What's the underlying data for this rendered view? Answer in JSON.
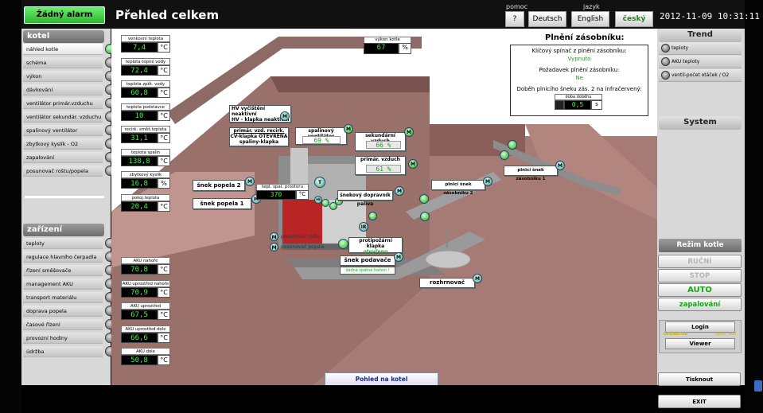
{
  "header": {
    "alarm_label": "Žádný alarm",
    "title": "Přehled celkem",
    "help_label": "pomoc",
    "help_btn": "?",
    "lang_label": "jazyk",
    "lang_de": "Deutsch",
    "lang_en": "English",
    "lang_cz": "český",
    "datetime": "2012-11-09 10:31:11"
  },
  "left_sidebar": {
    "kotel_header": "kotel",
    "kotel_items": [
      {
        "label": "náhled kotle",
        "active": true
      },
      {
        "label": "schéma"
      },
      {
        "label": "výkon"
      },
      {
        "label": "dávkování"
      },
      {
        "label": "ventilátor primár.vzduchu"
      },
      {
        "label": "ventilátor sekundár. vzduchu"
      },
      {
        "label": "spalinový ventilátor"
      },
      {
        "label": "zbytkový kyslík - O2"
      },
      {
        "label": "zapalování"
      },
      {
        "label": "posunovač roštu/popela"
      }
    ],
    "zarizeni_header": "zařízení",
    "zarizeni_items": [
      {
        "label": "teploty"
      },
      {
        "label": "regulace hlavního čerpadla"
      },
      {
        "label": "řízení směšovače"
      },
      {
        "label": "management AKU"
      },
      {
        "label": "transport materiálu"
      },
      {
        "label": "doprava popela"
      },
      {
        "label": "časové řízení"
      },
      {
        "label": "provozní hodiny"
      },
      {
        "label": "údržba"
      }
    ]
  },
  "readouts": [
    {
      "label": "venkovní teplota",
      "value": "7,4",
      "unit": "°C"
    },
    {
      "label": "teplota topné vody",
      "value": "72,4",
      "unit": "°C"
    },
    {
      "label": "teplota zpět. vody",
      "value": "60,8",
      "unit": "°C"
    },
    {
      "label": "teplota podstavce",
      "value": "10",
      "unit": "°C"
    },
    {
      "label": "recirk. směš.teplota",
      "value": "31,1",
      "unit": "°C"
    },
    {
      "label": "teplota spalin",
      "value": "138,8",
      "unit": "°C"
    },
    {
      "label": "zbytkový kyslík",
      "value": "16,8",
      "unit": "%"
    },
    {
      "label": "pokoj.teplota",
      "value": "20,4",
      "unit": "°C"
    }
  ],
  "aku": [
    {
      "label": "AKU nahoře",
      "value": "70,8",
      "unit": "°C"
    },
    {
      "label": "AKU uprostřed nahoře",
      "value": "70,9",
      "unit": "°C"
    },
    {
      "label": "AKU uprostřed",
      "value": "67,5",
      "unit": "°C"
    },
    {
      "label": "AKU uprostřed dole",
      "value": "66,6",
      "unit": "°C"
    },
    {
      "label": "AKU dole",
      "value": "50,8",
      "unit": "°C"
    }
  ],
  "vykon": {
    "label": "výkon kotle",
    "value": "67",
    "unit": "%"
  },
  "plneni": {
    "title": "Plnění zásobníku:",
    "line1": "Klíčový spínač z plnění zásobníku:",
    "line1_val": "Vypnuto",
    "line2": "Požadavek plnění zásobníku:",
    "line2_val": "Ne",
    "line3": "Doběh plnicího šneku zás. 2 na infračervený:",
    "dobeh_label": "doba doběhu",
    "dobeh_val": "0,5",
    "dobeh_unit": "s"
  },
  "diagram": {
    "hv_line1": "HV vyčištění neaktivní",
    "hv_line2": "HV - klapka neaktivní",
    "recirk_1": "primár. vzd. recirk.",
    "recirk_2": "CV-klapka OTEVŘENÁ",
    "recirk_3": "spaliny-klapka",
    "spalin_label": "spalinový ventilátor",
    "spalin_val": "69 %",
    "sek_label": "sekundární vzduch",
    "sek_val": "66 %",
    "prim_label": "primár. vzduch",
    "prim_val": "61 %",
    "snek_popela_2": "šnek popela 2",
    "snek_popela_1": "šnek popela 1",
    "tepl_spal_label": "tepl. spal. prostoru",
    "tepl_spal_val": "370",
    "tepl_spal_unit": "°C",
    "snekovy_dopravnik": "šnekový dopravník paliva",
    "plnici_snek_2": "plnicí šnek zásobníku 2",
    "plnici_snek_1": "plnicí šnek zásobníku 1",
    "posunovac_rostu": "posunovač roštu",
    "posunovac_popela": "posunovač popela",
    "protipozarni_1": "protipožární klapka",
    "protipozarni_2": "otevřeno",
    "snek_podavace": "šnek podavače",
    "zadny_hoveni": "žádná spätné hoření !",
    "rozhrnovac": "rozhrnovač",
    "pohled_btn": "Pohled na kotel"
  },
  "right_sidebar": {
    "trend_header": "Trend",
    "trend_items": [
      {
        "label": "teploty"
      },
      {
        "label": "AKU teploty"
      },
      {
        "label": "ventil-počet otáček / O2"
      }
    ],
    "system_header": "System",
    "rezim_header": "Režim kotle",
    "mode_rucni": "RUČNÍ",
    "mode_stop": "STOP",
    "mode_auto": "AUTO",
    "mode_zap": "zapalování",
    "login_btn": "Login",
    "operator_label": "OPERATOR",
    "level_label": "Level: 400",
    "viewer_btn": "Viewer",
    "tisk_btn": "Tisknout",
    "exit_btn": "EXIT"
  },
  "colors": {
    "accent_green": "#2fb52f",
    "brick": "#8b5a55",
    "value_green": "#3ef23e"
  }
}
